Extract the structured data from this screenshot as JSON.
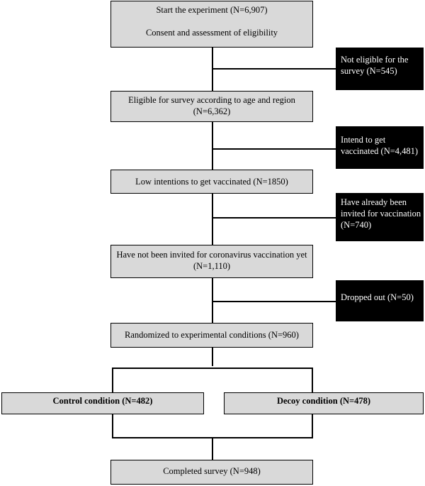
{
  "flowchart": {
    "start": {
      "line1": "Start the experiment (N=6,907)",
      "line2": "Consent and assessment of eligibility"
    },
    "exclusion1": "Not eligible for the survey (N=545)",
    "eligible": {
      "line1": "Eligible for survey according to age and region",
      "line2": "(N=6,362)"
    },
    "exclusion2": "Intend to get vaccinated (N=4,481)",
    "low_intentions": "Low intentions to get vaccinated (N=1850)",
    "exclusion3": "Have already been invited for vaccination (N=740)",
    "not_invited": {
      "line1": "Have not been invited for coronavirus vaccination yet",
      "line2": "(N=1,110)"
    },
    "exclusion4": "Dropped out (N=50)",
    "randomized": "Randomized to experimental conditions (N=960)",
    "control": "Control condition (N=482)",
    "decoy": "Decoy condition (N=478)",
    "completed": "Completed survey (N=948)"
  },
  "colors": {
    "main_box_fill": "#d9d9d9",
    "exclusion_box_fill": "#000000",
    "exclusion_text": "#ffffff",
    "line": "#000000"
  }
}
